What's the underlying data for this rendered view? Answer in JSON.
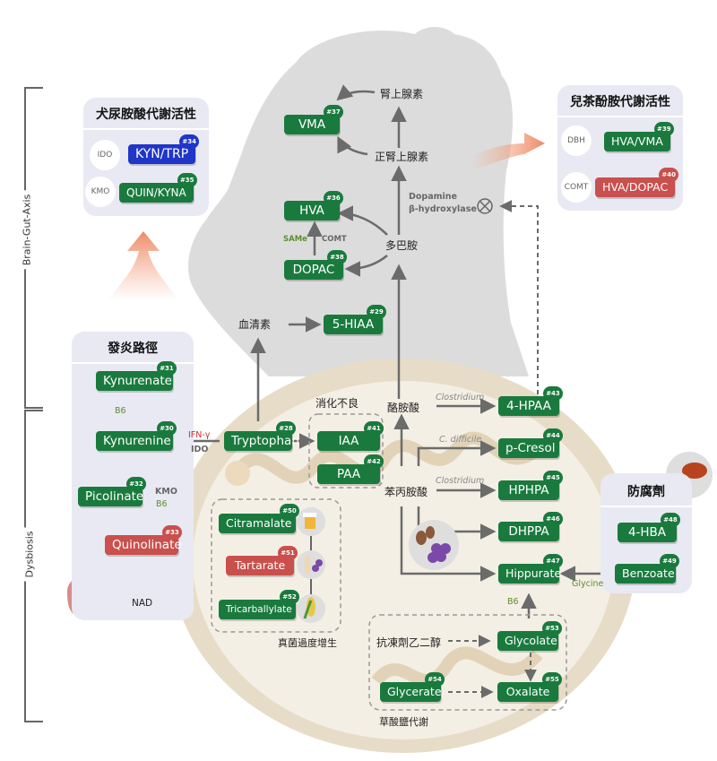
{
  "side_labels": {
    "brain_gut_axis": "Brain-Gut-Axis",
    "dysbiosis": "Dysbiosis"
  },
  "colors": {
    "normal": "#1a7a3e",
    "abnormal": "#c9504d",
    "highlight": "#2036c8",
    "panel": "#e9e9f3",
    "arrow": "#6b6b6b"
  },
  "panels": {
    "kynurenine_activity": {
      "title": "犬尿胺酸代謝活性",
      "rows": [
        {
          "enzyme": "IDO",
          "marker": "KYN/TRP",
          "num": "#34",
          "status": "blue"
        },
        {
          "enzyme": "KMO",
          "marker": "QUIN/KYNA",
          "num": "#35",
          "status": "green"
        }
      ]
    },
    "catecholamine_activity": {
      "title": "兒茶酚胺代謝活性",
      "rows": [
        {
          "enzyme": "DBH",
          "marker": "HVA/VMA",
          "num": "#39",
          "status": "green"
        },
        {
          "enzyme": "COMT",
          "marker": "HVA/DOPAC",
          "num": "#40",
          "status": "red"
        }
      ]
    },
    "inflammation": {
      "title": "發炎路徑"
    },
    "preservatives": {
      "title": "防腐劑"
    }
  },
  "nodes": {
    "vma": {
      "label": "VMA",
      "num": "#37"
    },
    "hva": {
      "label": "HVA",
      "num": "#36"
    },
    "dopac": {
      "label": "DOPAC",
      "num": "#38"
    },
    "hiaa": {
      "label": "5-HIAA",
      "num": "#29"
    },
    "kynurenate": {
      "label": "Kynurenate",
      "num": "#31"
    },
    "kynurenine": {
      "label": "Kynurenine",
      "num": "#30"
    },
    "picolinate": {
      "label": "Picolinate",
      "num": "#32"
    },
    "quinolinate": {
      "label": "Quinolinate",
      "num": "#33"
    },
    "tryptophan": {
      "label": "Tryptophan",
      "num": "#28"
    },
    "iaa": {
      "label": "IAA",
      "num": "#41"
    },
    "paa": {
      "label": "PAA",
      "num": "#42"
    },
    "hpaa": {
      "label": "4-HPAA",
      "num": "#43"
    },
    "pcresol": {
      "label": "p-Cresol",
      "num": "#44"
    },
    "hphpa": {
      "label": "HPHPA",
      "num": "#45"
    },
    "dhppa": {
      "label": "DHPPA",
      "num": "#46"
    },
    "hippurate": {
      "label": "Hippurate",
      "num": "#47"
    },
    "hba": {
      "label": "4-HBA",
      "num": "#48"
    },
    "benzoate": {
      "label": "Benzoate",
      "num": "#49"
    },
    "citramalate": {
      "label": "Citramalate",
      "num": "#50"
    },
    "tartarate": {
      "label": "Tartarate",
      "num": "#51"
    },
    "tricarballylate": {
      "label": "Tricarballylate",
      "num": "#52"
    },
    "glycolate": {
      "label": "Glycolate",
      "num": "#53"
    },
    "glycerate": {
      "label": "Glycerate",
      "num": "#54"
    },
    "oxalate": {
      "label": "Oxalate",
      "num": "#55"
    }
  },
  "labels": {
    "epinephrine": "腎上腺素",
    "norepinephrine": "正腎上腺素",
    "dopamine": "多巴胺",
    "serotonin": "血清素",
    "dbh_enzyme_1": "Dopamine",
    "dbh_enzyme_2": "β-hydroxylase",
    "same": "SAMe",
    "comt": "COMT",
    "b6_1": "B6",
    "b6_2": "B6",
    "b6_3": "B6",
    "kmo": "KMO",
    "ifn": "IFN-γ",
    "ido": "IDO",
    "nad": "NAD",
    "indigestion": "消化不良",
    "tyrosine": "酪胺酸",
    "phenylalanine": "苯丙胺酸",
    "clostridium_1": "Clostridium",
    "c_difficile": "C. difficile",
    "clostridium_2": "Clostridium",
    "glycine": "Glycine",
    "yeast_overgrowth": "真菌過度增生",
    "antifreeze": "抗凍劑乙二醇",
    "oxalate_metabolism": "草酸鹽代謝"
  }
}
